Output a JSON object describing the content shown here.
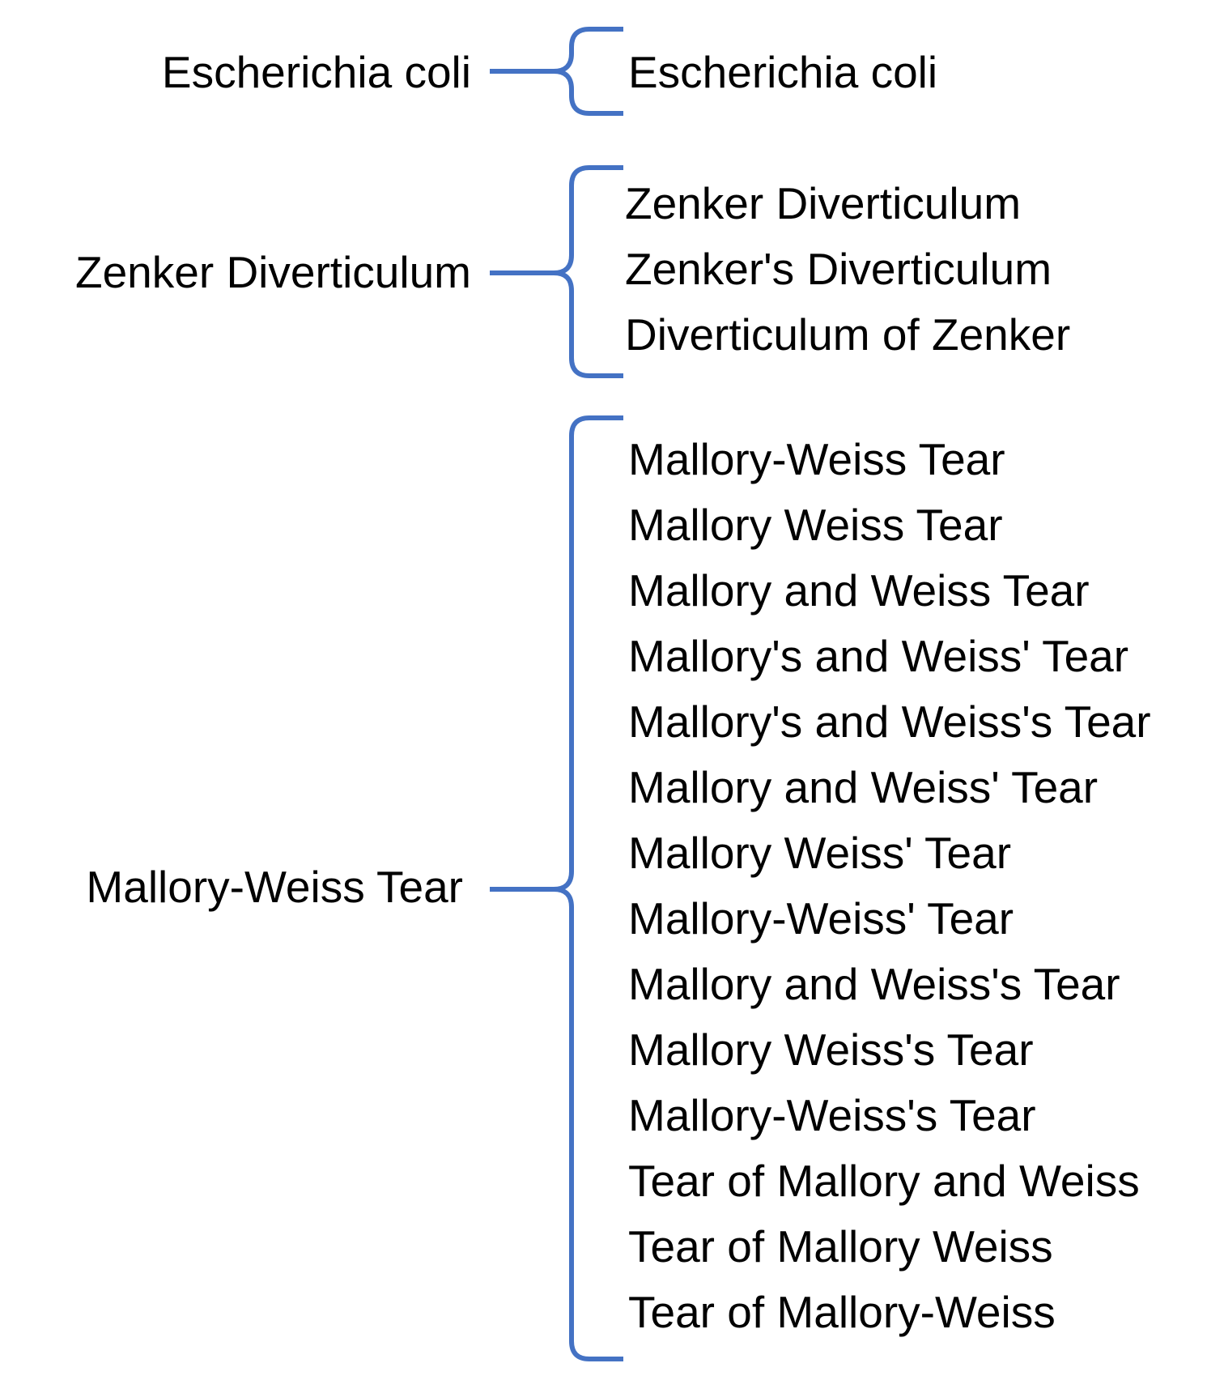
{
  "bracket_color": "#4472C4",
  "groups": [
    {
      "canonical": "Escherichia coli",
      "variants": [
        "Escherichia coli"
      ]
    },
    {
      "canonical": "Zenker Diverticulum",
      "variants": [
        "Zenker Diverticulum",
        "Zenker's Diverticulum",
        "Diverticulum of Zenker"
      ]
    },
    {
      "canonical": "Mallory-Weiss Tear",
      "variants": [
        "Mallory-Weiss Tear",
        "Mallory Weiss Tear",
        "Mallory and Weiss Tear",
        "Mallory's and Weiss' Tear",
        "Mallory's and Weiss's Tear",
        "Mallory and Weiss' Tear",
        "Mallory Weiss' Tear",
        "Mallory-Weiss' Tear",
        "Mallory and Weiss's Tear",
        "Mallory Weiss's Tear",
        "Mallory-Weiss's Tear",
        "Tear of Mallory and Weiss",
        "Tear of Mallory Weiss",
        "Tear of Mallory-Weiss"
      ]
    }
  ]
}
